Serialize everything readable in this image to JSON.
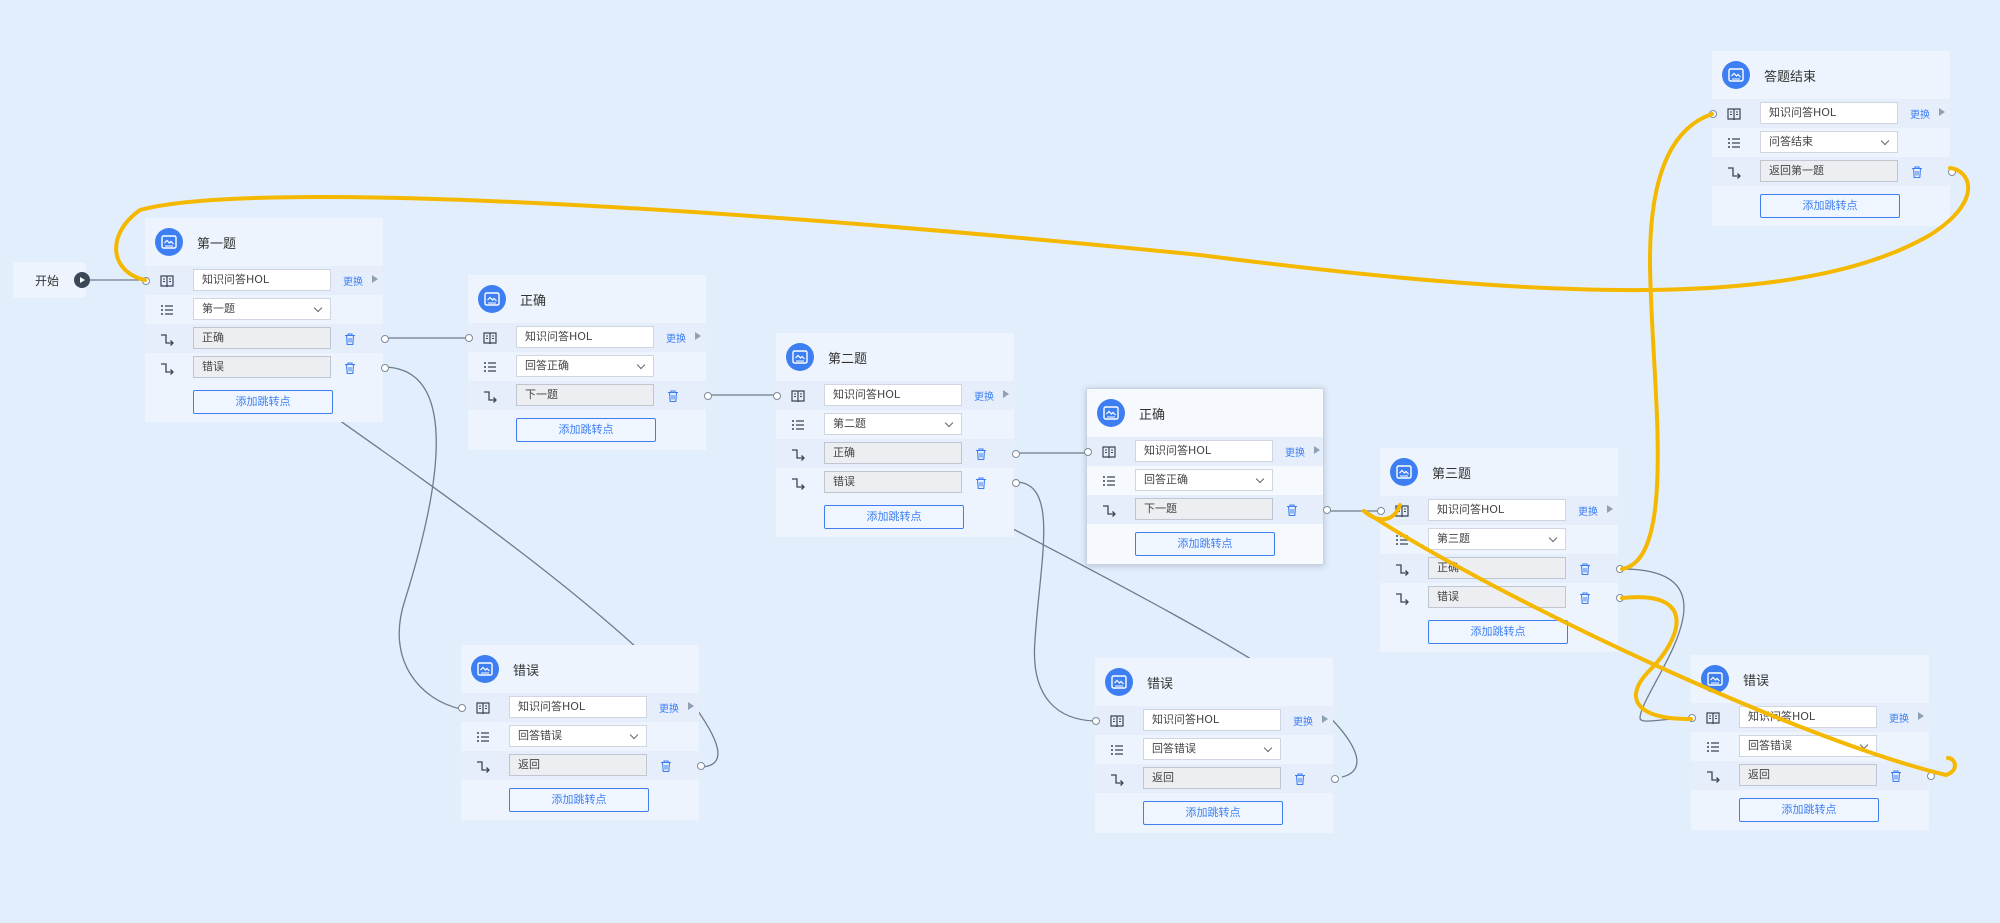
{
  "canvas": {
    "start_label": "开始",
    "change_label": "更换",
    "add_jump_label": "添加跳转点",
    "colors": {
      "accent": "#3d7ff2",
      "background": "#e3eefc",
      "annotation": "#f5b800",
      "wire": "#6f7b89"
    }
  },
  "nodes": [
    {
      "id": "q1",
      "title": "第一题",
      "kb": "知识问答HOL",
      "list": "第一题",
      "jumps": [
        "正确",
        "错误"
      ]
    },
    {
      "id": "q1c",
      "title": "正确",
      "kb": "知识问答HOL",
      "list": "回答正确",
      "jumps": [
        "下一题"
      ]
    },
    {
      "id": "q1w",
      "title": "错误",
      "kb": "知识问答HOL",
      "list": "回答错误",
      "jumps": [
        "返回"
      ]
    },
    {
      "id": "q2",
      "title": "第二题",
      "kb": "知识问答HOL",
      "list": "第二题",
      "jumps": [
        "正确",
        "错误"
      ]
    },
    {
      "id": "q2c",
      "title": "正确",
      "kb": "知识问答HOL",
      "list": "回答正确",
      "jumps": [
        "下一题"
      ],
      "selected": true
    },
    {
      "id": "q2w",
      "title": "错误",
      "kb": "知识问答HOL",
      "list": "回答错误",
      "jumps": [
        "返回"
      ]
    },
    {
      "id": "q3",
      "title": "第三题",
      "kb": "知识问答HOL",
      "list": "第三题",
      "jumps": [
        "正确",
        "错误"
      ]
    },
    {
      "id": "end",
      "title": "答题结束",
      "kb": "知识问答HOL",
      "list": "问答结束",
      "jumps": [
        "返回第一题"
      ]
    },
    {
      "id": "q3w",
      "title": "错误",
      "kb": "知识问答HOL",
      "list": "回答错误",
      "jumps": [
        "返回"
      ]
    }
  ]
}
